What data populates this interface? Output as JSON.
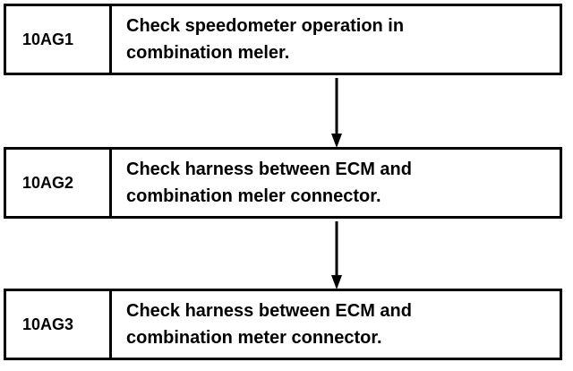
{
  "steps": [
    {
      "id": "10AG1",
      "lines": [
        "Check speedometer operation in",
        "combination meler."
      ]
    },
    {
      "id": "10AG2",
      "lines": [
        "Check harness between ECM and",
        "combination meler connector."
      ]
    },
    {
      "id": "10AG3",
      "lines": [
        "Check harness between ECM and",
        "combination meter connector."
      ]
    }
  ]
}
